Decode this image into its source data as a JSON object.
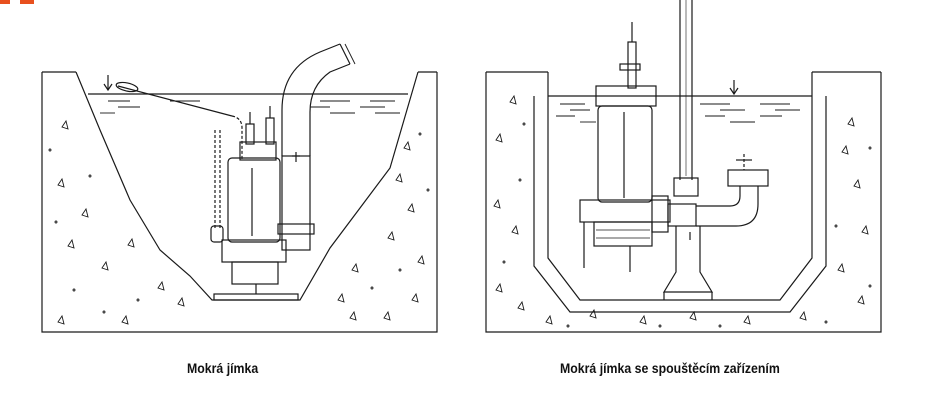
{
  "colors": {
    "line": "#1a1a1a",
    "background": "#ffffff",
    "accent_mark": "#e8501e"
  },
  "diagrams": [
    {
      "id": "wet-sump",
      "caption": "Mokrá jímka"
    },
    {
      "id": "wet-sump-with-lowering-device",
      "caption": "Mokrá jímka se spouštěcím zařízením"
    }
  ]
}
